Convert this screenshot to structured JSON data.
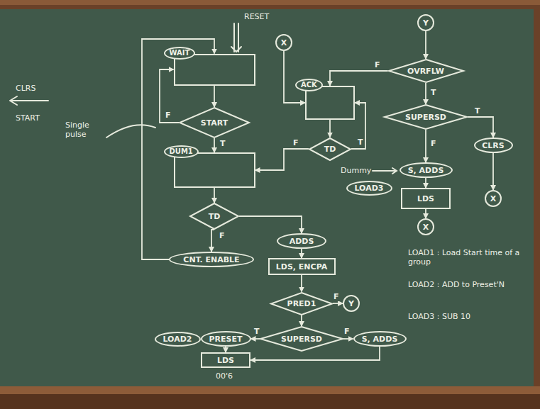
{
  "diagram": {
    "nodes": [
      {
        "text": [
          "WAIT"
        ]
      },
      {
        "text": [
          "START"
        ]
      },
      {
        "text": [
          "DUM1"
        ]
      },
      {
        "text": [
          "TD"
        ]
      },
      {
        "text": [
          "CNT. ENABLE"
        ]
      },
      {
        "text": [
          "ADDS"
        ]
      },
      {
        "text": [
          "LDS, ENCPA"
        ]
      },
      {
        "text": [
          "PRED1"
        ]
      },
      {
        "text": [
          "Y"
        ]
      },
      {
        "text": [
          "LOAD2"
        ]
      },
      {
        "text": [
          "PRESET"
        ]
      },
      {
        "text": [
          "SUPERSD"
        ]
      },
      {
        "text": [
          "S, ADDS"
        ]
      },
      {
        "text": [
          "LDS"
        ]
      },
      {
        "text": [
          "X"
        ]
      },
      {
        "text": [
          "ACK"
        ]
      },
      {
        "text": [
          "TD"
        ]
      },
      {
        "text": [
          "Y"
        ]
      },
      {
        "text": [
          "OVRFLW"
        ]
      },
      {
        "text": [
          "SUPERSD"
        ]
      },
      {
        "text": [
          "CLRS"
        ]
      },
      {
        "text": [
          "X"
        ]
      },
      {
        "text": [
          "S, ADDS"
        ]
      },
      {
        "text": [
          "LOAD3"
        ]
      },
      {
        "text": [
          "LDS"
        ]
      },
      {
        "text": [
          "X"
        ]
      }
    ],
    "edges": [
      {
        "from": 0,
        "to": 1,
        "arrow": "to"
      },
      {
        "from": 1,
        "to": 0,
        "label": "F",
        "arrow": "to"
      },
      {
        "from": 1,
        "to": 2,
        "label": "T",
        "arrow": "to"
      },
      {
        "from": 2,
        "to": 3,
        "arrow": "to"
      },
      {
        "from": 3,
        "to": 4,
        "label": "F",
        "arrow": "to"
      },
      {
        "from": 4,
        "to": 0,
        "arrow": "to"
      },
      {
        "from": 3,
        "to": 5,
        "arrow": "to"
      },
      {
        "from": 5,
        "to": 6,
        "arrow": "to"
      },
      {
        "from": 6,
        "to": 7,
        "arrow": "to"
      },
      {
        "from": 7,
        "to": 8,
        "label": "F",
        "arrow": "to"
      },
      {
        "from": 7,
        "to": 11,
        "arrow": "to"
      },
      {
        "from": 11,
        "to": 10,
        "label": "T",
        "arrow": "to"
      },
      {
        "from": 11,
        "to": 12,
        "label": "F",
        "arrow": "to"
      },
      {
        "from": 10,
        "to": 13,
        "arrow": "to"
      },
      {
        "from": 12,
        "to": 13,
        "arrow": "to"
      },
      {
        "from": 14,
        "to": 15,
        "arrow": "to"
      },
      {
        "from": 15,
        "to": 16,
        "arrow": "to"
      },
      {
        "from": 16,
        "to": 2,
        "label": "F",
        "arrow": "to"
      },
      {
        "from": 16,
        "to": 15,
        "label": "T",
        "arrow": "to"
      },
      {
        "from": 17,
        "to": 18,
        "arrow": "to"
      },
      {
        "from": 18,
        "to": 15,
        "label": "F",
        "arrow": "to"
      },
      {
        "from": 18,
        "to": 19,
        "label": "T",
        "arrow": "to"
      },
      {
        "from": 19,
        "to": 20,
        "label": "T",
        "arrow": "to"
      },
      {
        "from": 19,
        "to": 22,
        "label": "F",
        "arrow": "to"
      },
      {
        "from": 20,
        "to": 21,
        "arrow": "to"
      },
      {
        "from": 22,
        "to": 24,
        "arrow": "to"
      },
      {
        "from": 24,
        "to": 25,
        "arrow": "to"
      }
    ],
    "labels": [
      "RESET",
      "Single pulse",
      "Dummy",
      "LOAD1 : Load Start time of a group",
      "LOAD2 : ADD to Preset'N",
      "LOAD3 : SUB 10",
      "CLRS",
      "START",
      "00'6"
    ]
  }
}
